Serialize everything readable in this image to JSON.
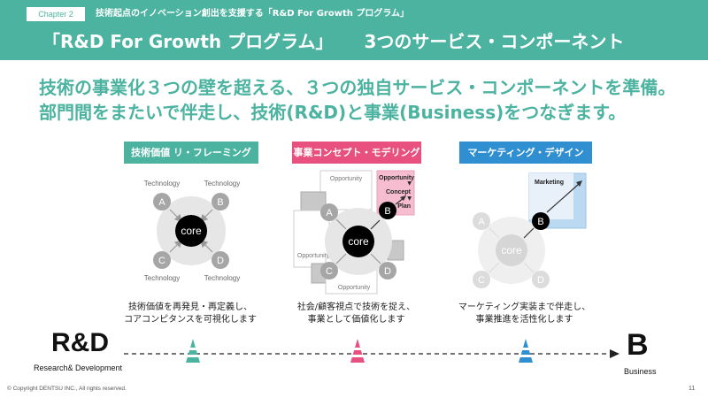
{
  "header": {
    "chapter": "Chapter 2",
    "chapter_subtitle": "技術起点のイノベーション創出を支援する「R&D For Growth プログラム」",
    "title_main": "「R&D For Growth プログラム」",
    "title_sub": "3つのサービス・コンポーネント"
  },
  "lead": {
    "line1": "技術の事業化３つの壁を超える、３つの独自サービス・コンポーネントを準備。",
    "line2": "部門間をまたいで伴走し、技術(R&D)と事業(Business)をつなぎます。"
  },
  "services": [
    {
      "label": "技術価値 リ・フレーミング",
      "desc_line1": "技術価値を再発見・再定義し、",
      "desc_line2": "コアコンピタンスを可視化します",
      "color": "#4bb3a0"
    },
    {
      "label": "事業コンセプト・モデリング",
      "desc_line1": "社会/顧客視点で技術を捉え、",
      "desc_line2": "事業として価値化します",
      "color": "#e8507f"
    },
    {
      "label": "マーケティング・デザイン",
      "desc_line1": "マーケティング実装まで伴走し、",
      "desc_line2": "事業推進を活性化します",
      "color": "#2f8fd0"
    }
  ],
  "diagram1": {
    "core": "core",
    "nodes": [
      "A",
      "B",
      "C",
      "D"
    ],
    "tech_label": "Technology"
  },
  "diagram2": {
    "core": "core",
    "nodes": [
      "A",
      "B",
      "C",
      "D"
    ],
    "opportunity": "Opportunity",
    "concept": "Concept",
    "plan": "Plan"
  },
  "diagram3": {
    "core": "core",
    "nodes": [
      "A",
      "B",
      "C",
      "D"
    ],
    "marketing": "Marketing"
  },
  "timeline": {
    "start_logo": "R&D",
    "start_sub": "Research& Development",
    "end_logo": "B",
    "end_sub": "Business"
  },
  "footer": {
    "copyright": "© Copyright DENTSU INC., All rights reserved.",
    "page": "11"
  }
}
